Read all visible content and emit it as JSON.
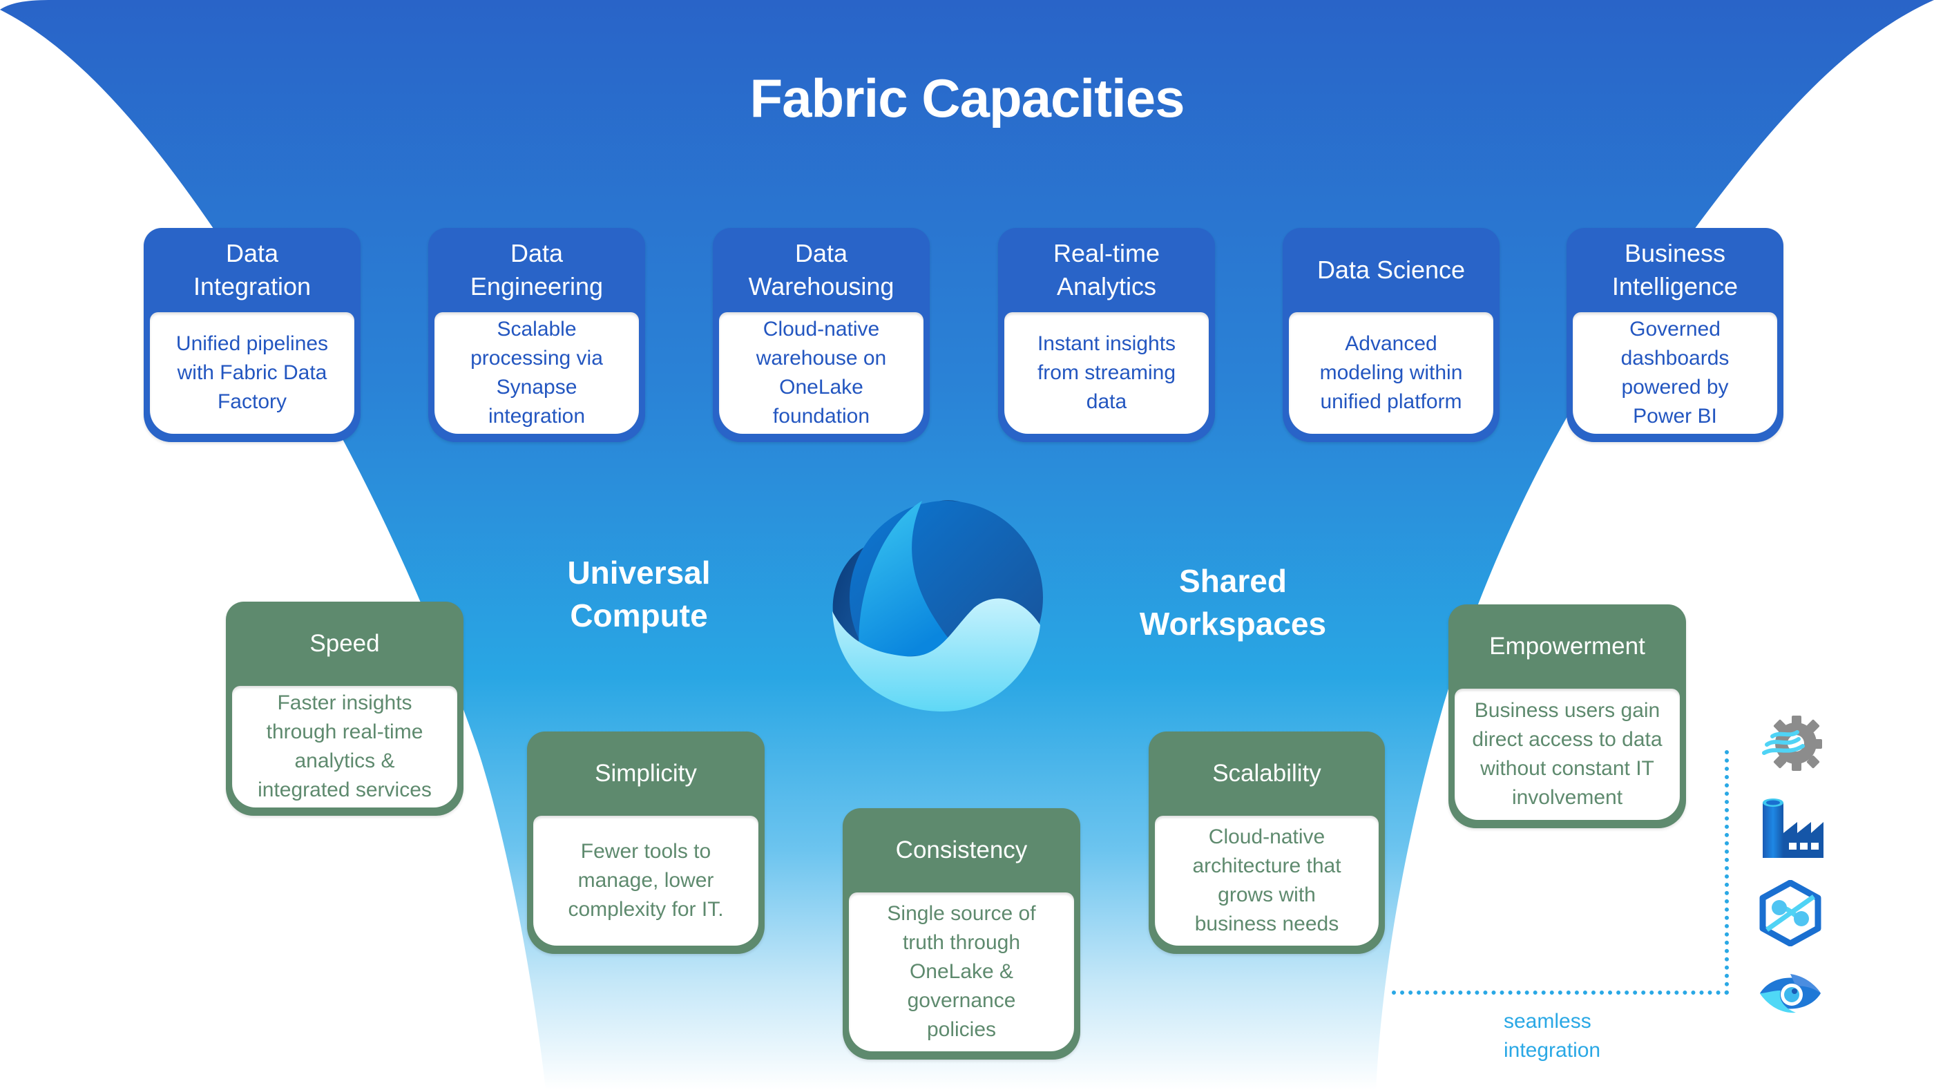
{
  "title": "Fabric Capacities",
  "colors": {
    "funnel_top": "#2964c8",
    "funnel_mid": "#29a6e4",
    "funnel_bottom": "#ffffff",
    "workload_blue": "#2964c8",
    "benefit_green": "#5e8a6e",
    "integration_accent": "#2aa8e5"
  },
  "workloads": [
    {
      "title": "Data Integration",
      "description": "Unified pipelines with Fabric Data Factory"
    },
    {
      "title": "Data Engineering",
      "description": "Scalable processing via Synapse integration"
    },
    {
      "title": "Data Warehousing",
      "description": "Cloud-native warehouse on OneLake foundation"
    },
    {
      "title": "Real-time Analytics",
      "description": "Instant insights from streaming data"
    },
    {
      "title": "Data Science",
      "description": "Advanced modeling within unified platform"
    },
    {
      "title": "Business Intelligence",
      "description": "Governed dashboards powered by Power BI"
    }
  ],
  "center": {
    "left_label": "Universal Compute",
    "right_label": "Shared Workspaces",
    "logo": "microsoft-fabric-logo"
  },
  "benefits": [
    {
      "title": "Speed",
      "description": "Faster insights through real-time analytics & integrated services"
    },
    {
      "title": "Simplicity",
      "description": "Fewer tools to manage, lower complexity for IT."
    },
    {
      "title": "Consistency",
      "description": "Single source of truth through OneLake & governance policies"
    },
    {
      "title": "Scalability",
      "description": "Cloud-native architecture that grows with business needs"
    },
    {
      "title": "Empowerment",
      "description": "Business users gain direct access to data without constant IT involvement"
    }
  ],
  "integration": {
    "label": "seamless integration",
    "icons": [
      "stream-analytics-gear-icon",
      "data-factory-icon",
      "synapse-analytics-icon",
      "purview-eye-icon"
    ]
  }
}
